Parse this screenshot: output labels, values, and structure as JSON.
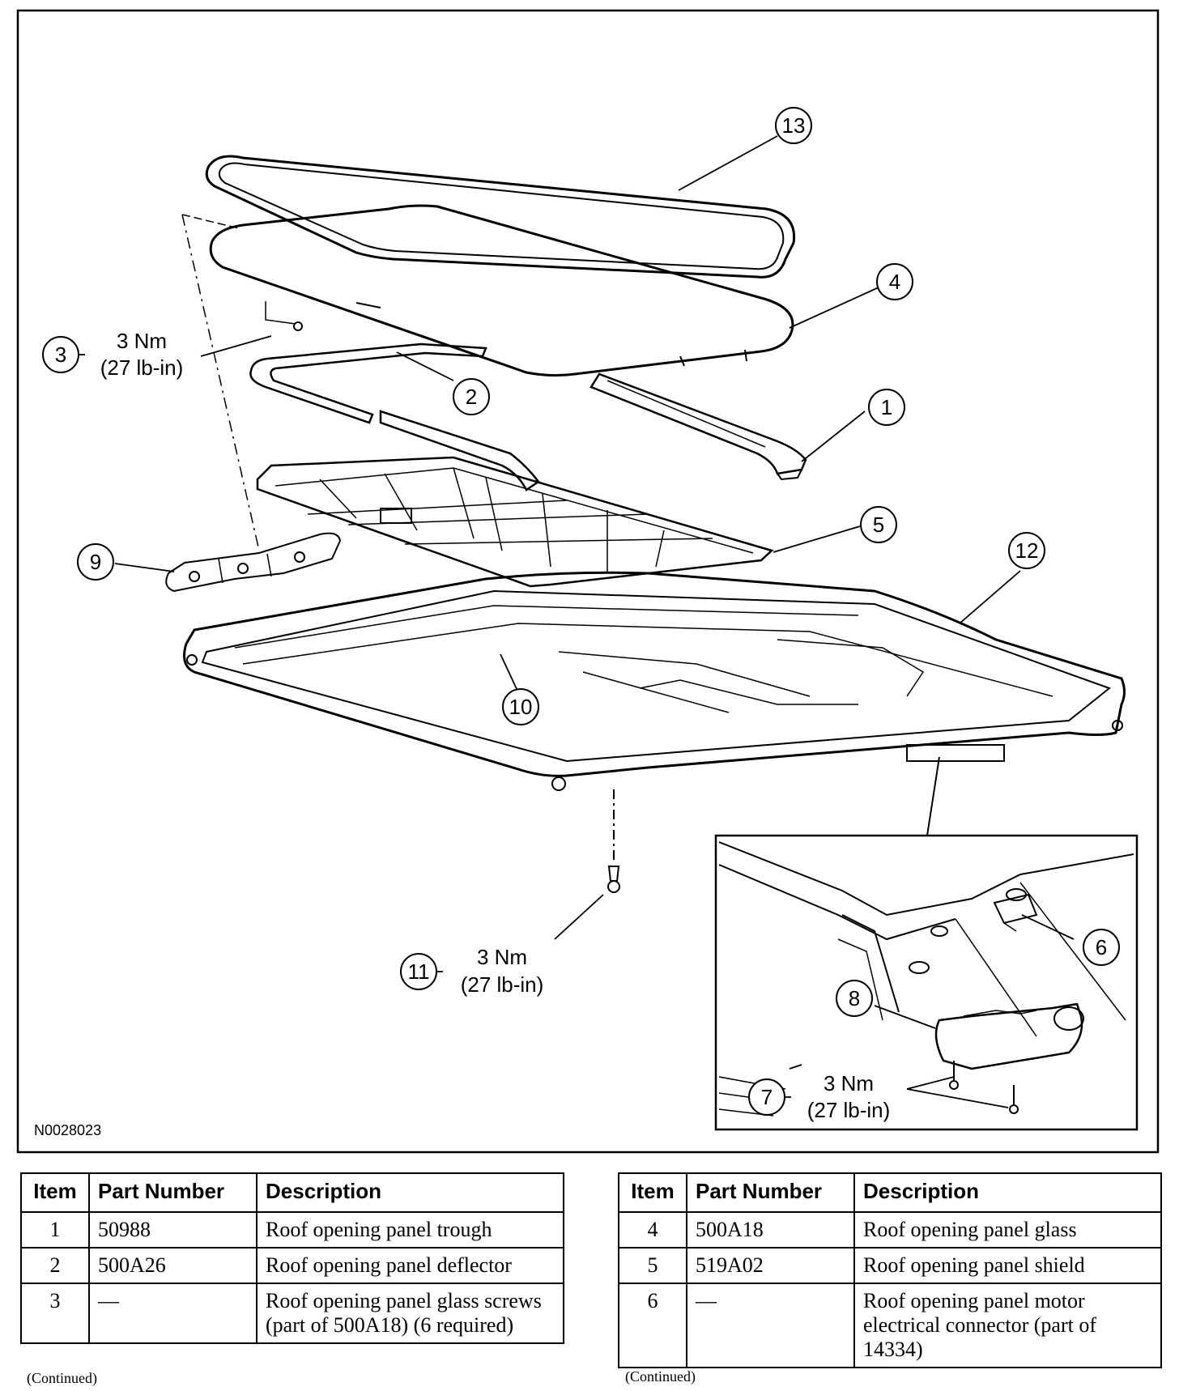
{
  "diagram": {
    "figure_id": "N0028023",
    "callouts": [
      {
        "num": "1"
      },
      {
        "num": "2"
      },
      {
        "num": "3"
      },
      {
        "num": "4"
      },
      {
        "num": "5"
      },
      {
        "num": "6"
      },
      {
        "num": "7"
      },
      {
        "num": "8"
      },
      {
        "num": "9"
      },
      {
        "num": "10"
      },
      {
        "num": "11"
      },
      {
        "num": "12"
      },
      {
        "num": "13"
      }
    ],
    "torque_specs": [
      {
        "item": "3",
        "nm": "3 Nm",
        "lbin": "(27 lb-in)"
      },
      {
        "item": "11",
        "nm": "3 Nm",
        "lbin": "(27 lb-in)"
      },
      {
        "item": "7",
        "nm": "3 Nm",
        "lbin": "(27 lb-in)"
      }
    ]
  },
  "tables": [
    {
      "headers": {
        "item": "Item",
        "part": "Part Number",
        "desc": "Description"
      },
      "rows": [
        {
          "item": "1",
          "part": "50988",
          "desc": "Roof opening panel trough"
        },
        {
          "item": "2",
          "part": "500A26",
          "desc": "Roof opening panel deflector"
        },
        {
          "item": "3",
          "part": "—",
          "desc": "Roof opening panel glass screws (part of 500A18) (6 required)"
        }
      ],
      "continued": "(Continued)"
    },
    {
      "headers": {
        "item": "Item",
        "part": "Part Number",
        "desc": "Description"
      },
      "rows": [
        {
          "item": "4",
          "part": "500A18",
          "desc": "Roof opening panel glass"
        },
        {
          "item": "5",
          "part": "519A02",
          "desc": "Roof opening panel shield"
        },
        {
          "item": "6",
          "part": "—",
          "desc": "Roof opening panel motor electrical connector (part of 14334)"
        }
      ],
      "continued": "(Continued)"
    }
  ]
}
